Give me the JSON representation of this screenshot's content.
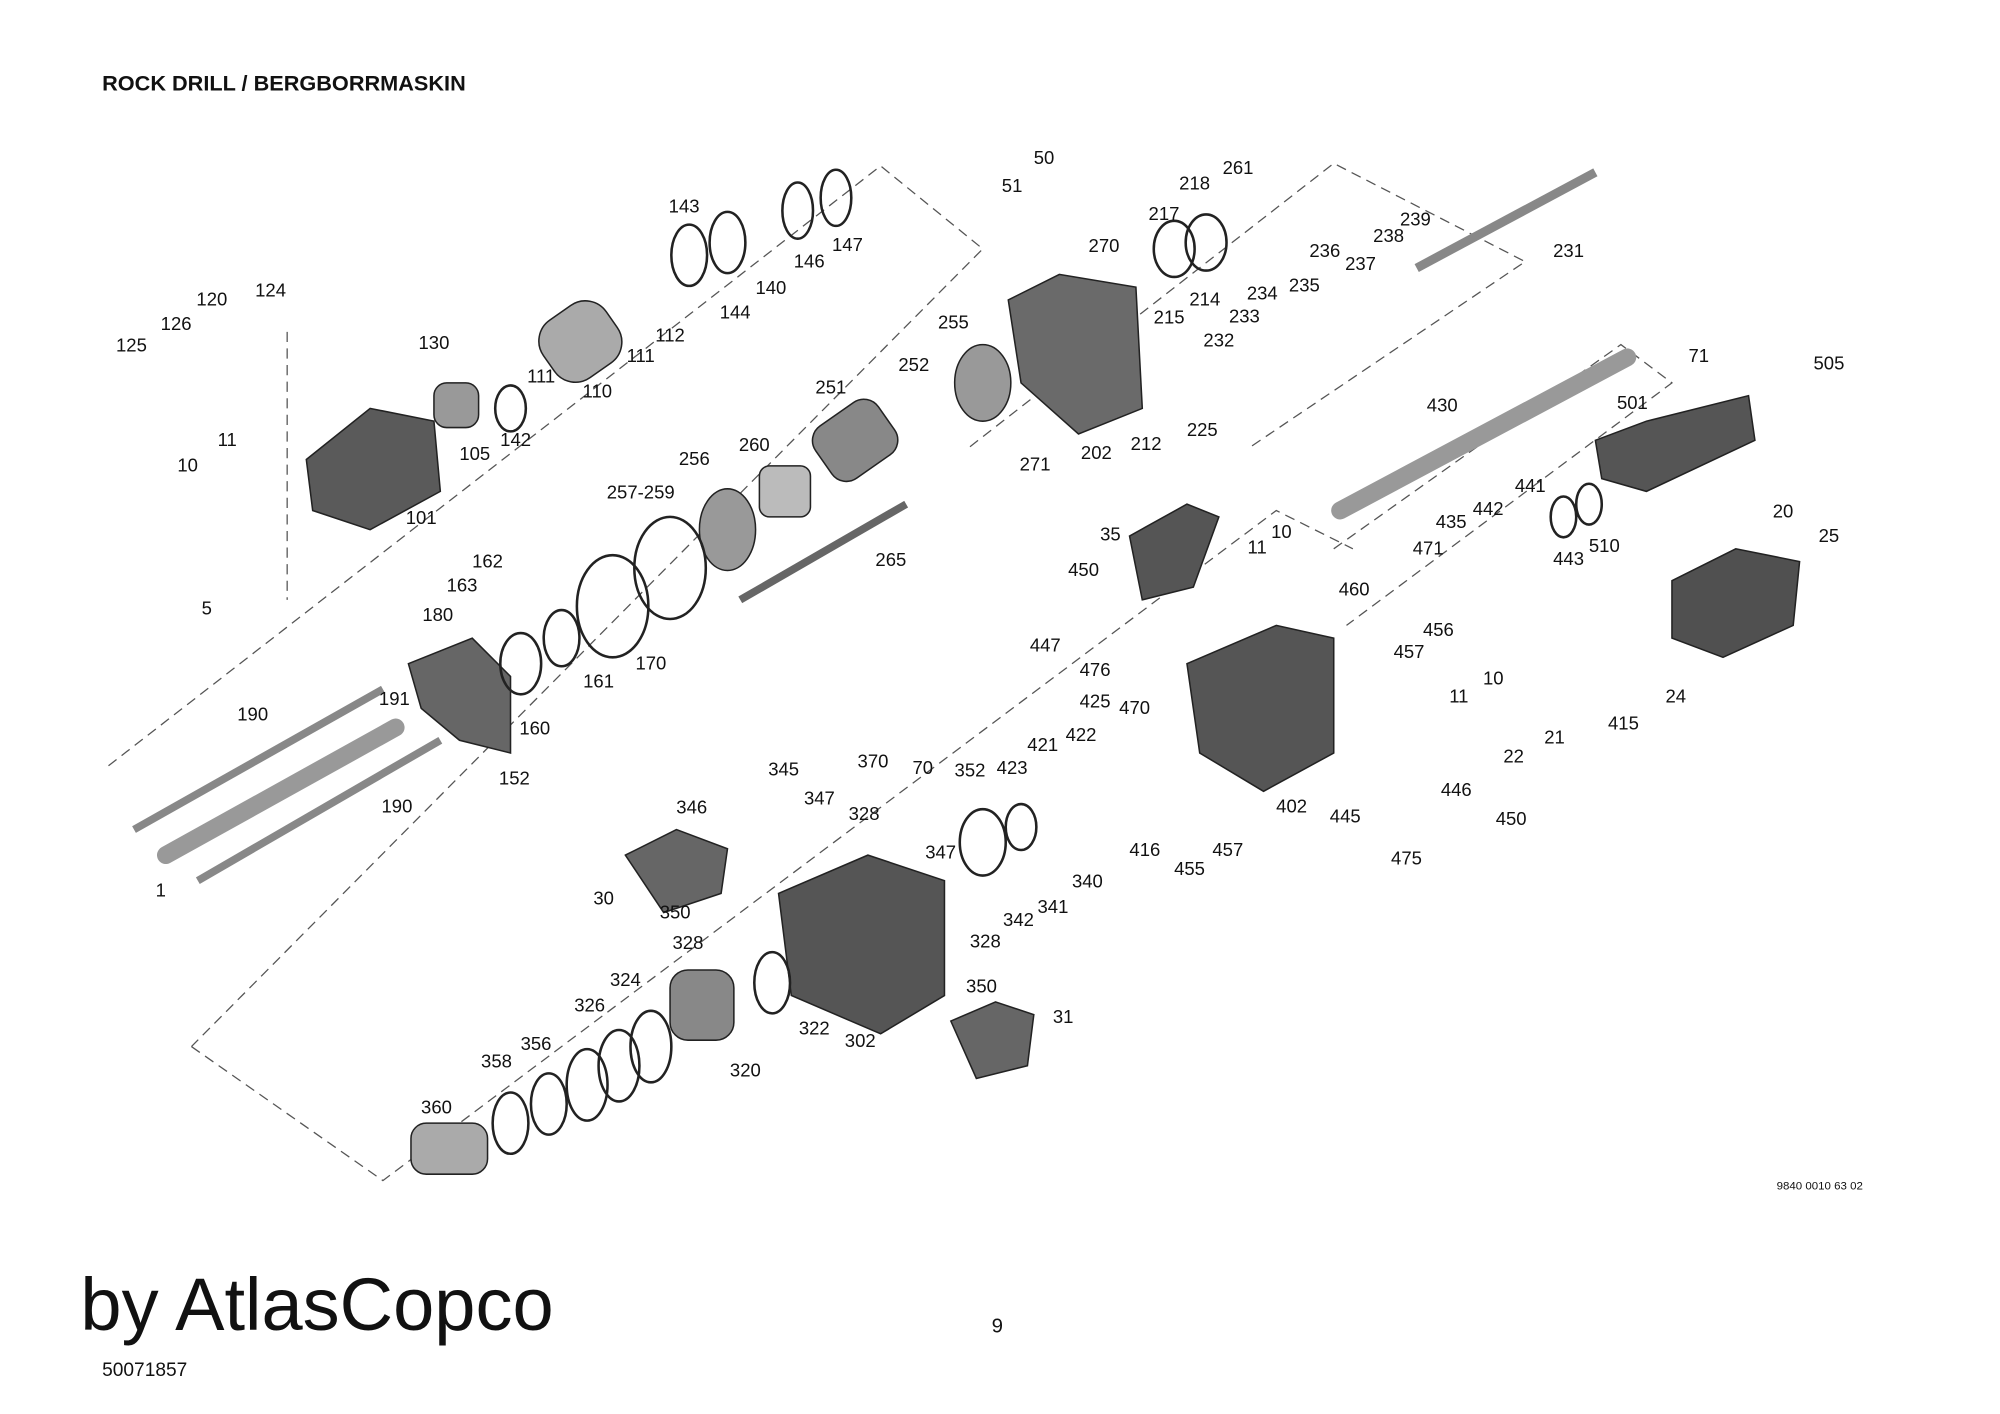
{
  "title": "ROCK DRILL / BERGBORRMASKIN",
  "document_number": "9840 0010 63 02",
  "page_number": "9",
  "reference_code": "50071857",
  "watermark": "by AtlasCopco",
  "callouts": [
    "50",
    "51",
    "218",
    "261",
    "217",
    "270",
    "239",
    "238",
    "231",
    "143",
    "147",
    "146",
    "140",
    "144",
    "112",
    "111",
    "111",
    "110",
    "130",
    "142",
    "105",
    "101",
    "124",
    "120",
    "126",
    "125",
    "10",
    "11",
    "5",
    "255",
    "252",
    "251",
    "260",
    "256",
    "257-259",
    "265",
    "236",
    "237",
    "234",
    "235",
    "233",
    "232",
    "215",
    "214",
    "225",
    "212",
    "202",
    "271",
    "430",
    "71",
    "505",
    "501",
    "441",
    "442",
    "435",
    "443",
    "510",
    "471",
    "20",
    "25",
    "10",
    "11",
    "35",
    "450",
    "460",
    "456",
    "457",
    "10",
    "11",
    "447",
    "476",
    "162",
    "163",
    "180",
    "161",
    "170",
    "160",
    "191",
    "190",
    "190",
    "152",
    "1",
    "24",
    "21",
    "22",
    "415",
    "425",
    "470",
    "422",
    "421",
    "423",
    "345",
    "370",
    "70",
    "352",
    "347",
    "346",
    "328",
    "347",
    "340",
    "341",
    "342",
    "328",
    "416",
    "455",
    "457",
    "402",
    "445",
    "446",
    "450",
    "475",
    "30",
    "350",
    "328",
    "350",
    "31",
    "324",
    "326",
    "356",
    "358",
    "322",
    "302",
    "320",
    "360"
  ]
}
